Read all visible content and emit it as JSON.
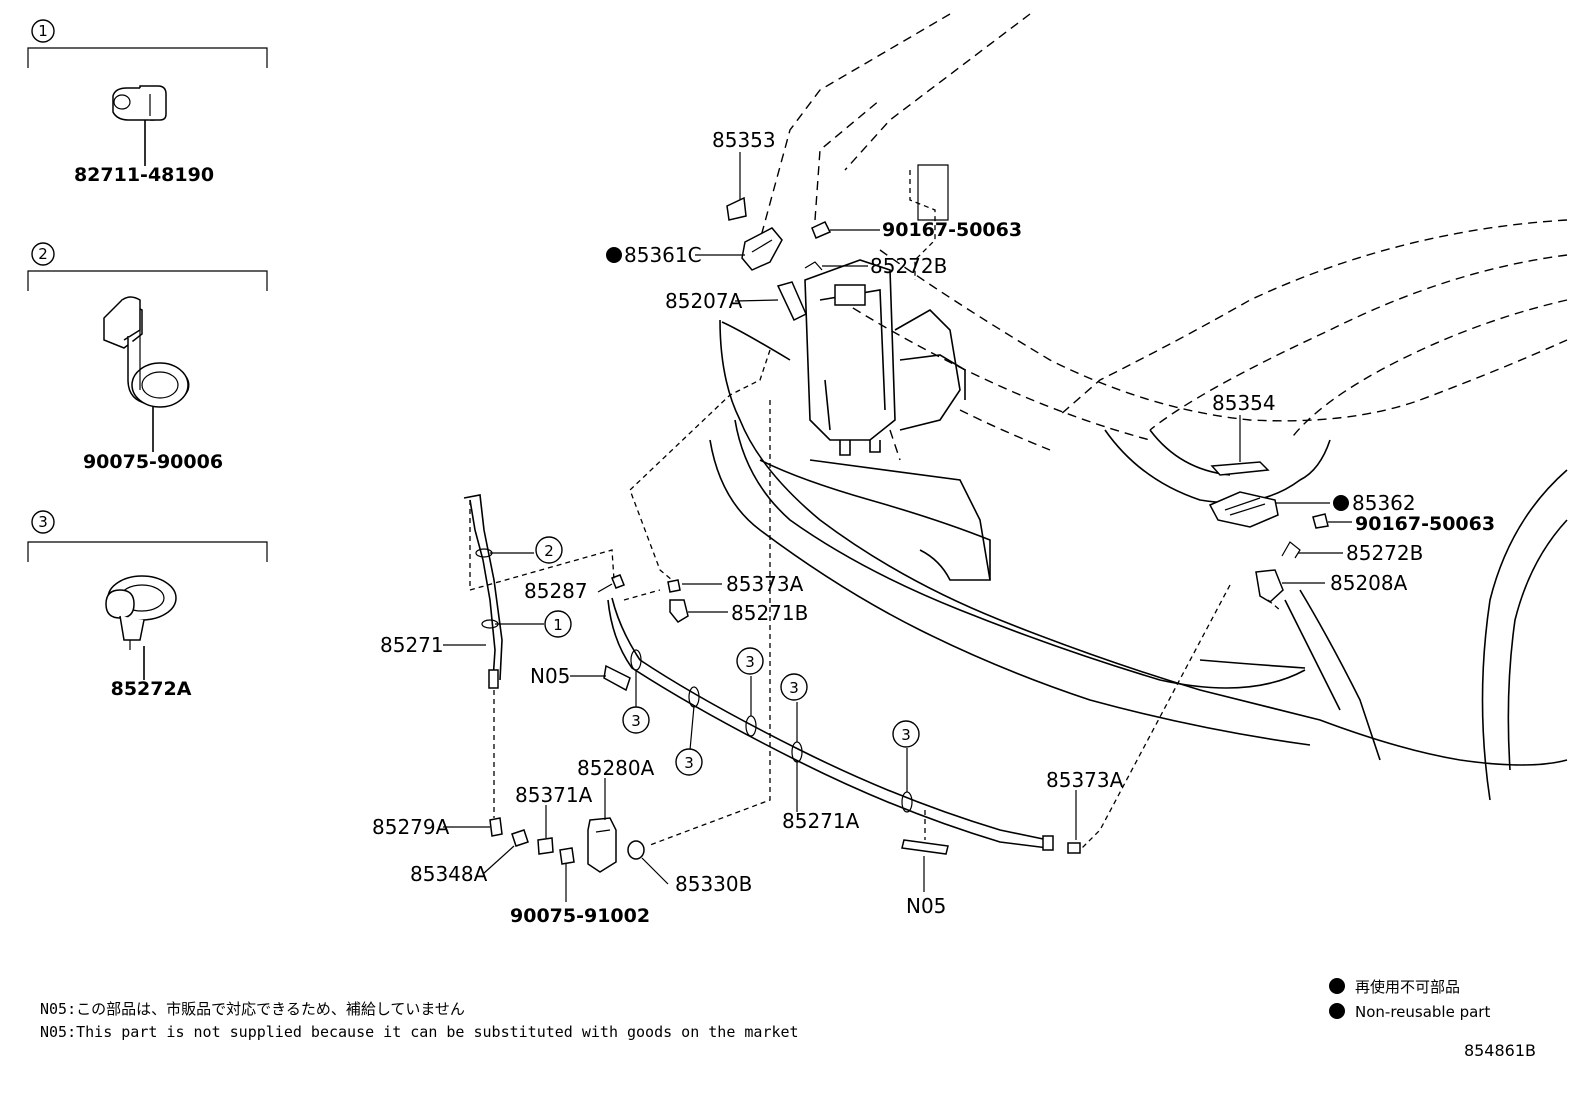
{
  "diagram": {
    "code": "854861B",
    "groups": [
      {
        "marker": "1",
        "part": "82711-48190"
      },
      {
        "marker": "2",
        "part": "90075-90006"
      },
      {
        "marker": "3",
        "part": "85272A"
      }
    ],
    "callouts": {
      "c85353": "85353",
      "c85361C": "85361C",
      "c90167a": "90167-50063",
      "c85272B_top": "85272B",
      "c85207A": "85207A",
      "c85354": "85354",
      "c85362": "85362",
      "c90167b": "90167-50063",
      "c85272B_right": "85272B",
      "c85208A": "85208A",
      "c85287": "85287",
      "c85373A_top": "85373A",
      "c85271B": "85271B",
      "c85271": "85271",
      "cN05_left": "N05",
      "c85280A": "85280A",
      "c85371A": "85371A",
      "c85279A": "85279A",
      "c85348A": "85348A",
      "c90075b": "90075-91002",
      "c85330B": "85330B",
      "c85271A": "85271A",
      "cN05_bottom": "N05",
      "c85373A_right": "85373A"
    },
    "markers": {
      "m2": "2",
      "m1": "1",
      "m3a": "3",
      "m3b": "3",
      "m3c": "3",
      "m3d": "3",
      "m3e": "3"
    },
    "notes": {
      "jp": "N05:この部品は、市販品で対応できるため、補給していません",
      "en": "N05:This part is not supplied because it can be substituted with goods on the market"
    },
    "legend": {
      "jp": "再使用不可部品",
      "en": "Non-reusable part"
    }
  }
}
